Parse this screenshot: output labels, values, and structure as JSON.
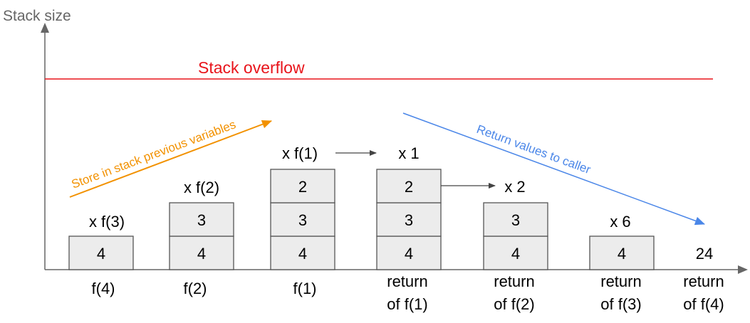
{
  "axis": {
    "y_label": "Stack size"
  },
  "overflow": {
    "label": "Stack overflow",
    "color": "#e8141b"
  },
  "annotations": {
    "store": {
      "text": "Store in stack previous variables",
      "color": "#f29100"
    },
    "return": {
      "text": "Return values to caller",
      "color": "#4a86e8"
    }
  },
  "columns": [
    {
      "cells": [
        "4"
      ],
      "top_label": "x f(3)",
      "bottom_label": [
        "f(4)"
      ]
    },
    {
      "cells": [
        "4",
        "3"
      ],
      "top_label": "x f(2)",
      "bottom_label": [
        "f(2)"
      ]
    },
    {
      "cells": [
        "4",
        "3",
        "2"
      ],
      "top_label": "x f(1)",
      "bottom_label": [
        "f(1)"
      ]
    },
    {
      "cells": [
        "4",
        "3",
        "2"
      ],
      "top_label": "x 1",
      "bottom_label": [
        "return",
        "of f(1)"
      ]
    },
    {
      "cells": [
        "4",
        "3"
      ],
      "top_label": "",
      "bottom_label": [
        "return",
        "of f(2)"
      ]
    },
    {
      "cells": [
        "4"
      ],
      "top_label": "x 6",
      "bottom_label": [
        "return",
        "of f(3)"
      ]
    },
    {
      "cells": [],
      "top_label": "",
      "result": "24",
      "bottom_label": [
        "return",
        "of f(4)"
      ]
    }
  ],
  "side_labels": {
    "x2": "x 2"
  }
}
